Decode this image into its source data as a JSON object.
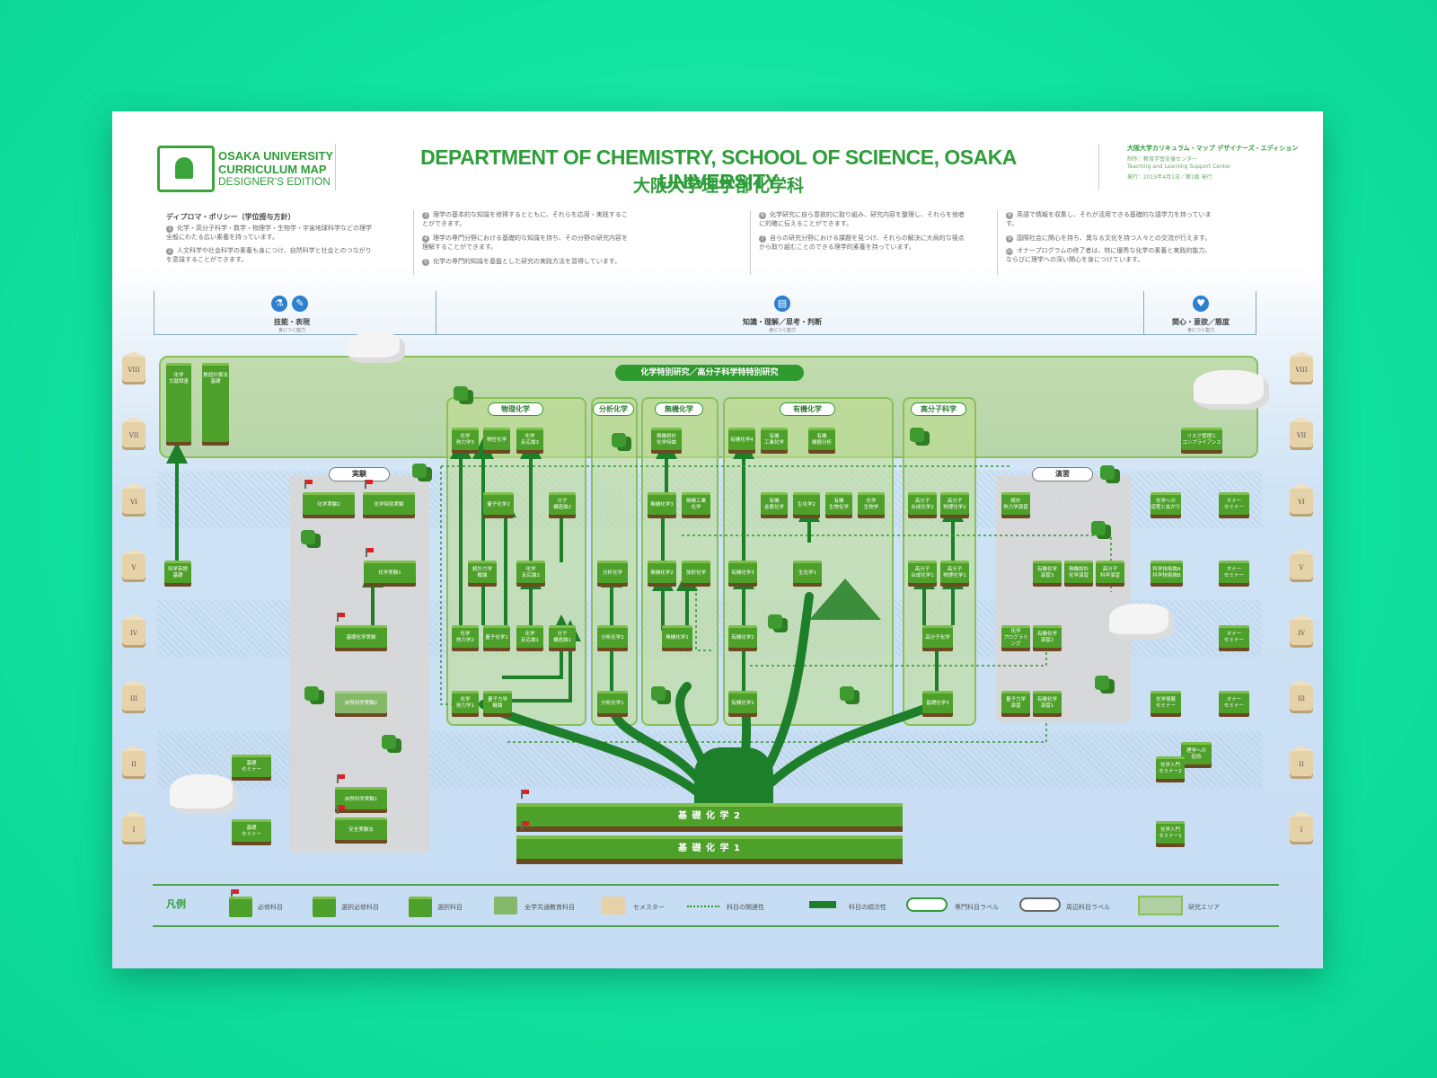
{
  "header": {
    "logo_line1": "OSAKA UNIVERSITY",
    "logo_line2": "CURRICULUM MAP",
    "logo_line3": "DESIGNER'S EDITION",
    "title_en": "DEPARTMENT OF CHEMISTRY, SCHOOL OF SCIENCE, OSAKA UNIVERSITY",
    "title_ja": "大阪大学理学部化学科",
    "side_title": "大阪大学カリキュラム・マップ デザイナーズ・エディション",
    "side_line1": "制作：教育学習支援センター",
    "side_line2": "Teaching and Learning Support Center",
    "side_line3": "発行：2015年4月1日／第1版 発行"
  },
  "policy": {
    "heading": "ディプロマ・ポリシー（学位授与方針）",
    "items": [
      {
        "num": "1",
        "text": "化学・高分子科学・数学・物理学・生物学・宇宙地球科学などの理学全般にわたる広い素養を持っています。"
      },
      {
        "num": "2",
        "text": "人文科学や社会科学の素養も身につけ、自然科学と社会とのつながりを意識することができます。"
      },
      {
        "num": "3",
        "text": "理学の基本的な知識を修得するとともに、それらを応用・実践することができます。"
      },
      {
        "num": "4",
        "text": "理学の専門分野における基礎的な知識を持ち、その分野の研究内容を理解することができます。"
      },
      {
        "num": "5",
        "text": "化学の専門的知識を基盤とした研究の実践方法を習得しています。"
      },
      {
        "num": "6",
        "text": "化学研究に自ら意欲的に取り組み、研究内容を整理し、それらを他者に的確に伝えることができます。"
      },
      {
        "num": "7",
        "text": "自らの研究分野における課題を見つけ、それらの解決に大局的な視点から取り組むことのできる理学的素養を持っています。"
      },
      {
        "num": "8",
        "text": "英語で情報を収集し、それが活用できる基礎的な語学力を持っています。"
      },
      {
        "num": "9",
        "text": "国際社会に関心を持ち、異なる文化を持つ人々との交流が行えます。"
      },
      {
        "num": "10",
        "text": "オナープログラムの修了者は、特に優秀な化学の素養と実践的能力、ならびに理学への深い関心を身につけています。"
      }
    ]
  },
  "abilities": {
    "skill_label": "技能・表現",
    "skill_sub": "身につく能力",
    "knowledge_label": "知識・理解／思考・判断",
    "knowledge_sub": "身につく能力",
    "interest_label": "関心・意欲／態度",
    "interest_sub": "身につく能力"
  },
  "semesters": [
    "VIII",
    "VII",
    "VI",
    "V",
    "IV",
    "III",
    "II",
    "I"
  ],
  "labels": {
    "research": "化学特別研究／高分子科学特特別研究",
    "experiment": "実験",
    "practice": "演習",
    "physical": "物理化学",
    "analytical": "分析化学",
    "inorganic": "無機化学",
    "organic": "有機化学",
    "polymer": "高分子科学"
  },
  "courses": {
    "c_bunken": "化学\n文献調査",
    "c_suuchi": "数値計算法\n基礎",
    "c_risk": "リスク管理と\nコンプライアンス",
    "p7a": "化学\n熱力学3",
    "p7b": "物性化学",
    "p7c": "化学\n反応論3",
    "p6a": "量子化学2",
    "p6b": "分子\n構造論2",
    "p5a": "統計力学\n概論",
    "p5b": "化学\n反応論2",
    "p4a": "化学\n熱力学2",
    "p4b": "量子化学1",
    "p4c": "化学\n反応論1",
    "p4d": "分子\n構造論1",
    "p3a": "化学\n熱力学1",
    "p3b": "量子力学\n概論",
    "a5": "分析化学",
    "a4": "分析化学2",
    "a3": "分析化学1",
    "i7": "無機設計\n化学特論",
    "i6a": "無機化学3",
    "i6b": "無機工業\n化学",
    "i5a": "無機化学2",
    "i5b": "放射化学",
    "i4": "無機化学1",
    "o7a": "有機化学4",
    "o7b": "有機\n工業化学",
    "o7c": "有機\n機器分析",
    "o6a": "有機\n金属化学",
    "o6b": "生化学2",
    "o6c": "有機\n生物化学",
    "o6d": "化学\n生物学",
    "o5a": "有機化学3",
    "o5b": "生化学1",
    "o4": "有機化学2",
    "o3": "有機化学1",
    "po6a": "高分子\n合成化学2",
    "po6b": "高分子\n物理化学2",
    "po5a": "高分子\n合成化学1",
    "po5b": "高分子\n物理化学1",
    "po4": "高分子化学",
    "po3": "基礎化学3",
    "e_lab2": "化学実験2",
    "e_special": "化学特別実験",
    "e_lab1": "化学実験1",
    "e_basic": "基礎化学実験",
    "e_nat2": "自然科学実験2",
    "e_nat1": "自然科学実験1",
    "e_safety": "安全実験法",
    "eng": "科学英語\n基礎",
    "sem2": "基礎\nセミナー",
    "sem1": "基礎\nセミナー",
    "pr6": "統計\n熱力学演習",
    "pr5a": "有機化学\n演習3",
    "pr5b": "無機設計\n化学演習",
    "pr5c": "高分子\n科学演習",
    "pr4a": "化学\nプログラミング",
    "pr4b": "有機化学\n演習2",
    "pr3a": "量子力学\n演習",
    "pr3b": "有機化学\n演習1",
    "r6a": "化学への\n道程と拡がり",
    "r6b": "オナー\nセミナー",
    "r5a": "科学技術論A\n科学技術論B",
    "r5b": "オナー\nセミナー",
    "r4": "オナー\nセミナー",
    "r3a": "化学発展\nセミナー",
    "r3b": "オナー\nセミナー",
    "r2a": "理学への\n招待",
    "r2b": "化学入門\nセミナー2",
    "r1": "化学入門\nセミナー1",
    "base2": "基 礎 化 学 2",
    "base1": "基 礎 化 学 1"
  },
  "legend": {
    "title": "凡例",
    "required": "必修科目",
    "selective_required": "選択必修科目",
    "elective": "選択科目",
    "general": "全学共通教育科目",
    "semester": "セメスター",
    "relation": "科目の関連性",
    "order": "科目の順次性",
    "major_label": "専門科目ラベル",
    "related_label": "周辺科目ラベル",
    "research_area": "研究エリア"
  },
  "colors": {
    "brand_green": "#2f9e3a",
    "course_green": "#4da02a",
    "arrow_green": "#1e7f2a",
    "background_mint": "#12e3a0"
  }
}
